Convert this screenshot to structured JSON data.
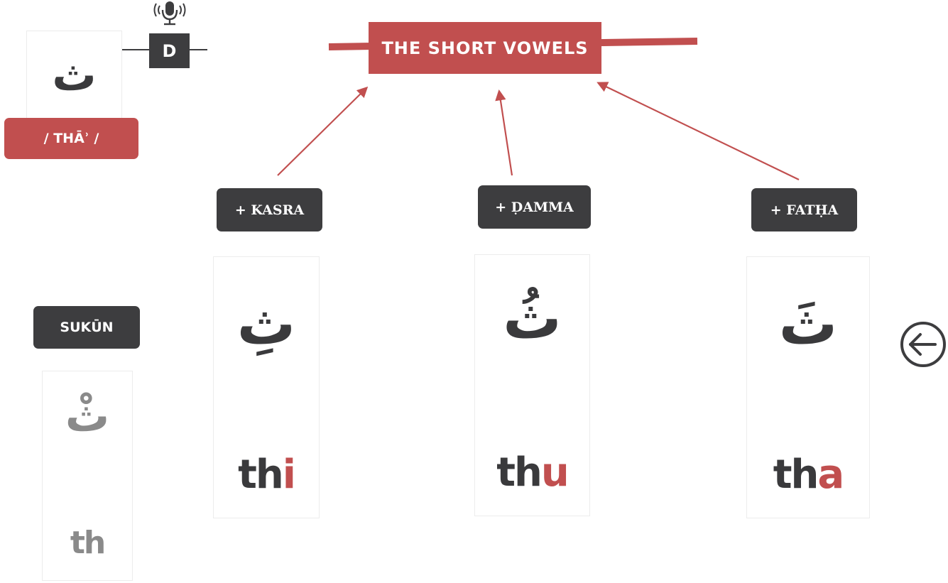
{
  "colors": {
    "accent": "#c14f4f",
    "dark": "#3d3d3f",
    "muted": "#8a8a8a"
  },
  "title": "THE SHORT VOWELS",
  "letter": {
    "glyph": "ث",
    "name": "/ THĀʾ /",
    "mic_icon": "microphone-icon",
    "d_button": "D"
  },
  "vowels": [
    {
      "pill": "+ KASRA",
      "glyph": "ثِ",
      "base": "th",
      "vowel": "i"
    },
    {
      "pill": "+ ḌAMMA",
      "glyph": "ثُ",
      "base": "th",
      "vowel": "u"
    },
    {
      "pill": "+ FATḤA",
      "glyph": "ثَ",
      "base": "th",
      "vowel": "a"
    }
  ],
  "sukun": {
    "pill": "SUKŪN",
    "glyph": "ثْ",
    "translit": "th"
  },
  "nav": {
    "back_icon": "arrow-left-circle-icon"
  }
}
